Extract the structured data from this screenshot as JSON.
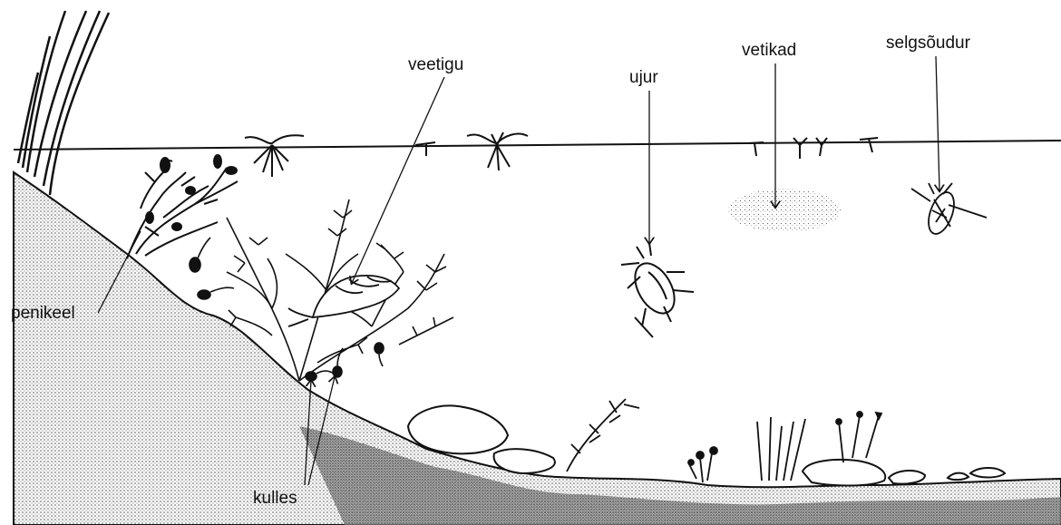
{
  "labels": {
    "veetigu": "veetigu",
    "ujur": "ujur",
    "vetikad": "vetikad",
    "selgsoudur": "selgsõudur",
    "penikeel": "penikeel",
    "kulles": "kulles"
  },
  "colors": {
    "ink": "#111111",
    "background": "#ffffff",
    "sediment": "#5a5a5a"
  }
}
